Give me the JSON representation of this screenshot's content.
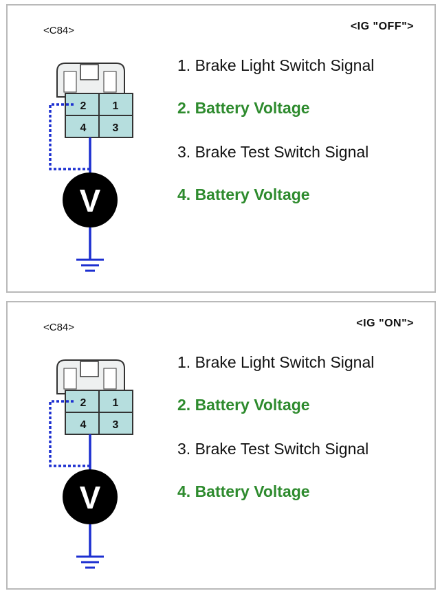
{
  "accent_color": "#2e8b2e",
  "panels": [
    {
      "connector": "<C84>",
      "state": "<IG \"OFF\">",
      "meter_label": "V",
      "terminals": [
        "2",
        "1",
        "4",
        "3"
      ],
      "pins": [
        {
          "label": "1. Brake Light Switch Signal",
          "highlight": false
        },
        {
          "label": "2. Battery Voltage",
          "highlight": true
        },
        {
          "label": "3. Brake Test Switch Signal",
          "highlight": false
        },
        {
          "label": "4. Battery Voltage",
          "highlight": true
        }
      ]
    },
    {
      "connector": "<C84>",
      "state": "<IG \"ON\">",
      "meter_label": "V",
      "terminals": [
        "2",
        "1",
        "4",
        "3"
      ],
      "pins": [
        {
          "label": "1. Brake Light Switch Signal",
          "highlight": false
        },
        {
          "label": "2. Battery Voltage",
          "highlight": true
        },
        {
          "label": "3. Brake Test Switch Signal",
          "highlight": false
        },
        {
          "label": "4. Battery Voltage",
          "highlight": true
        }
      ]
    }
  ]
}
